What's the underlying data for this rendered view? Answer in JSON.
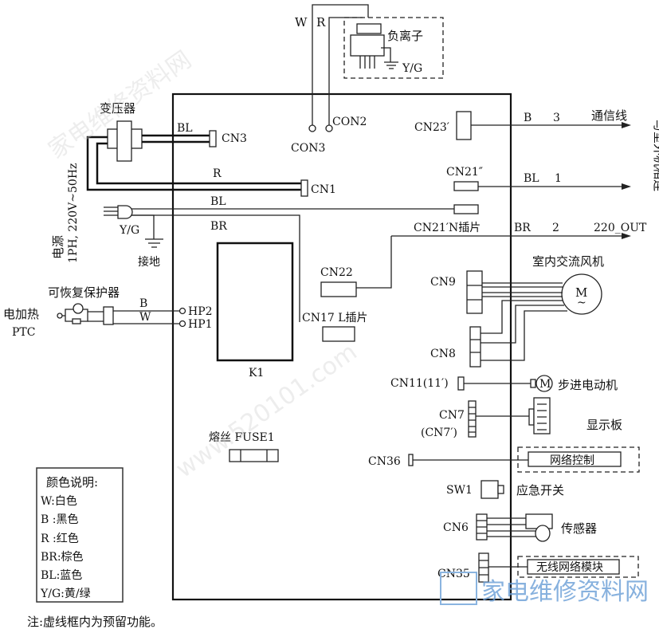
{
  "ion": {
    "w": "W",
    "r": "R",
    "label": "负离子",
    "yg": "Y/G",
    "con2": "CON2",
    "con3": "CON3"
  },
  "transformer": {
    "label": "变压器",
    "bl": "BL",
    "cn3": "CN3",
    "r": "R",
    "cn1": "CN1"
  },
  "power": {
    "title": "电源",
    "spec": "1PH, 220V~50Hz",
    "bl": "BL",
    "br": "BR",
    "yg": "Y/G",
    "ground": "接地"
  },
  "heater": {
    "protector": "可恢复保护器",
    "label": "电加热",
    "ptc": "PTC",
    "b": "B",
    "w": "W",
    "hp2": "HP2",
    "hp1": "HP1"
  },
  "board": {
    "k1": "K1",
    "cn22": "CN22",
    "cn17": "CN17 L插片",
    "fuse": "熔丝 FUSE1"
  },
  "outdoor": {
    "cn23": "CN23′",
    "b": "B",
    "n3": "3",
    "comm": "通信线",
    "cn21pp": "CN21″",
    "bl": "BL",
    "n1": "1",
    "cn21p": "CN21′N插片",
    "br": "BR",
    "n2": "2",
    "out": "220_OUT",
    "connect": "与室外机相连"
  },
  "fan": {
    "label": "室内交流风机",
    "m": "M",
    "tilde": "~",
    "cn9": "CN9",
    "cn8": "CN8"
  },
  "stepper": {
    "cn11": "CN11(11′)",
    "m": "M",
    "label": "步进电动机"
  },
  "display": {
    "cn7": "CN7",
    "cn7p": "(CN7′)",
    "label": "显示板"
  },
  "network": {
    "cn36": "CN36",
    "label": "网络控制"
  },
  "switch": {
    "sw1": "SW1",
    "label": "应急开关"
  },
  "sensor": {
    "cn6": "CN6",
    "label": "传感器"
  },
  "wireless": {
    "cn35": "CN35",
    "label": "无线网络模块"
  },
  "legend": {
    "title": "颜色说明:",
    "items": [
      "W:白色",
      "B :黑色",
      "R :红色",
      "BR:棕色",
      "BL:蓝色",
      "Y/G:黄/绿"
    ]
  },
  "note": "注:虚线框内为预留功能。",
  "watermark": {
    "site": "家电维修资料网",
    "url": "www.520101.com"
  }
}
